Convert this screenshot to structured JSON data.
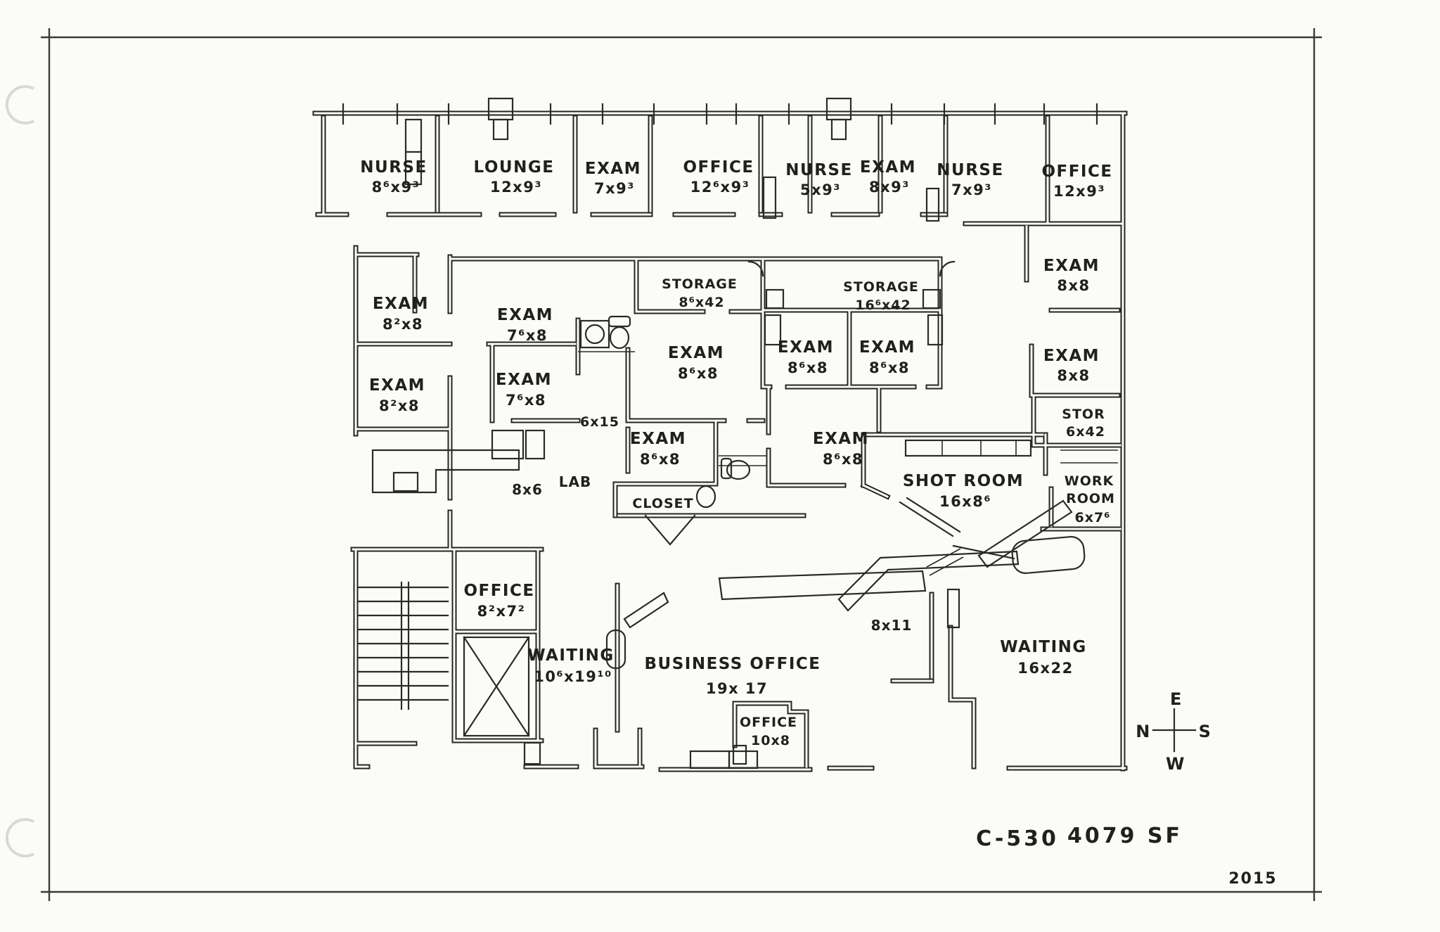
{
  "title_block": {
    "plan_number": "C-530",
    "area": "4079 SF",
    "year": "2015"
  },
  "compass": {
    "top": "E",
    "left": "N",
    "right": "S",
    "bottom": "W"
  },
  "rooms": [
    {
      "name": "NURSE",
      "size": "8⁶x9³"
    },
    {
      "name": "LOUNGE",
      "size": "12x9³"
    },
    {
      "name": "EXAM",
      "size": "7x9³"
    },
    {
      "name": "OFFICE",
      "size": "12⁶x9³"
    },
    {
      "name": "NURSE",
      "size": "5x9³"
    },
    {
      "name": "EXAM",
      "size": "8x9³"
    },
    {
      "name": "NURSE",
      "size": "7x9³"
    },
    {
      "name": "OFFICE",
      "size": "12x9³"
    },
    {
      "name": "EXAM",
      "size": "8²x8"
    },
    {
      "name": "EXAM",
      "size": "8²x8"
    },
    {
      "name": "EXAM",
      "size": "7⁶x8"
    },
    {
      "name": "EXAM",
      "size": "7⁶x8"
    },
    {
      "name": "STORAGE",
      "size": "8⁶x42"
    },
    {
      "name": "EXAM",
      "size": "8⁶x8"
    },
    {
      "name": "EXAM",
      "size": "8⁶x8"
    },
    {
      "name": "STORAGE",
      "size": "16⁶x42"
    },
    {
      "name": "EXAM",
      "size": "8⁶x8"
    },
    {
      "name": "EXAM",
      "size": "8⁶x8"
    },
    {
      "name": "EXAM",
      "size": "8⁶x8"
    },
    {
      "name": "EXAM",
      "size": "8x8"
    },
    {
      "name": "EXAM",
      "size": "8x8"
    },
    {
      "name": "STOR",
      "size": "6x42"
    },
    {
      "name": "SHOT ROOM",
      "size": "16x8⁶"
    },
    {
      "name_top": "WORK",
      "name_bottom": "ROOM",
      "size": "6x7⁶"
    },
    {
      "name": "OFFICE",
      "size": "8²x7²"
    },
    {
      "name": "WAITING",
      "size": "10⁶x19¹⁰"
    },
    {
      "name": "BUSINESS OFFICE",
      "size": "19x 17"
    },
    {
      "name": "OFFICE",
      "size": "10x8"
    },
    {
      "name": "WAITING",
      "size": "16x22"
    }
  ],
  "annotations": {
    "corridor": "6x15",
    "lab_size": "8x6",
    "lab": "LAB",
    "closet": "CLOSET",
    "reception": "8x11"
  }
}
